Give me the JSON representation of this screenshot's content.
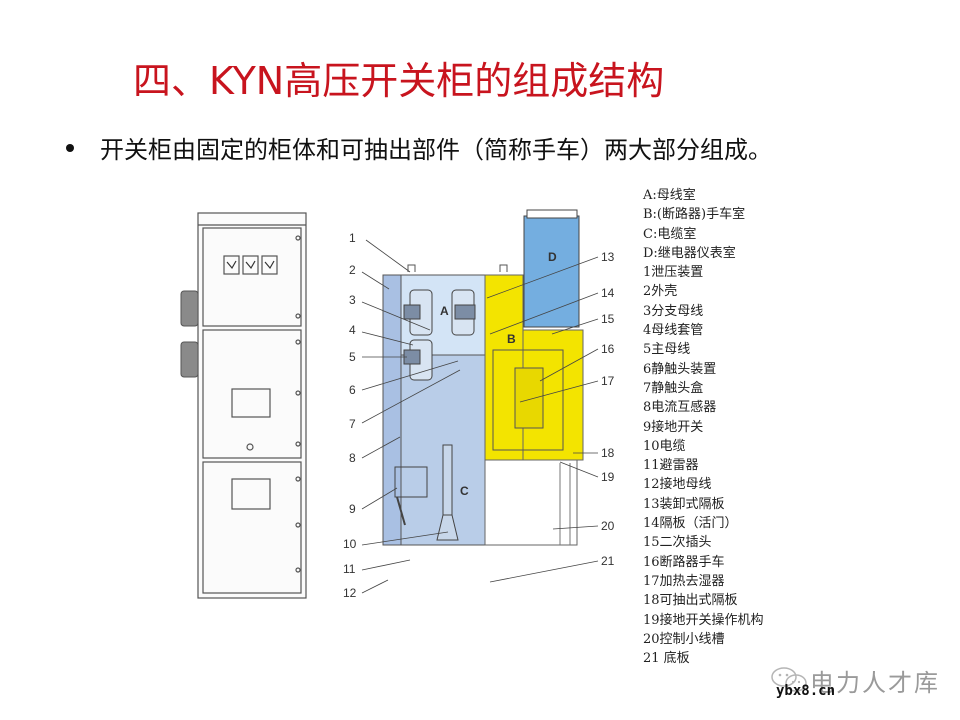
{
  "slide": {
    "title": "四、KYN高压开关柜的组成结构",
    "bullet": "开关柜由固定的柜体和可抽出部件（简称手车）两大部分组成。",
    "colors": {
      "title": "#c8141e",
      "busbar_room": "#c9dcf2",
      "cable_room": "#b7cce8",
      "breaker_room": "#f5e700",
      "relay_room": "#6aa5dc"
    }
  },
  "diagram": {
    "regions": {
      "A": "A",
      "B": "B",
      "C": "C",
      "D": "D"
    },
    "callouts": [
      "1",
      "2",
      "3",
      "4",
      "5",
      "6",
      "7",
      "8",
      "9",
      "10",
      "11",
      "12",
      "13",
      "14",
      "15",
      "16",
      "17",
      "18",
      "19",
      "20",
      "21"
    ]
  },
  "legend": {
    "items": [
      "A:母线室",
      "B:(断路器)手车室",
      "C:电缆室",
      "D:继电器仪表室",
      "1泄压装置",
      "2外壳",
      "3分支母线",
      "4母线套管",
      "5主母线",
      "6静触头装置",
      "7静触头盒",
      "8电流互感器",
      "9接地开关",
      "10电缆",
      "11避雷器",
      "12接地母线",
      "13装卸式隔板",
      "14隔板（活门）",
      "15二次插头",
      "16断路器手车",
      "17加热去湿器",
      "18可抽出式隔板",
      "19接地开关操作机构",
      "20控制小线槽",
      "21 底板"
    ]
  },
  "watermark": {
    "brand": "电力人才库",
    "url": "ybx8.cn",
    "icon": "wechat-icon"
  }
}
